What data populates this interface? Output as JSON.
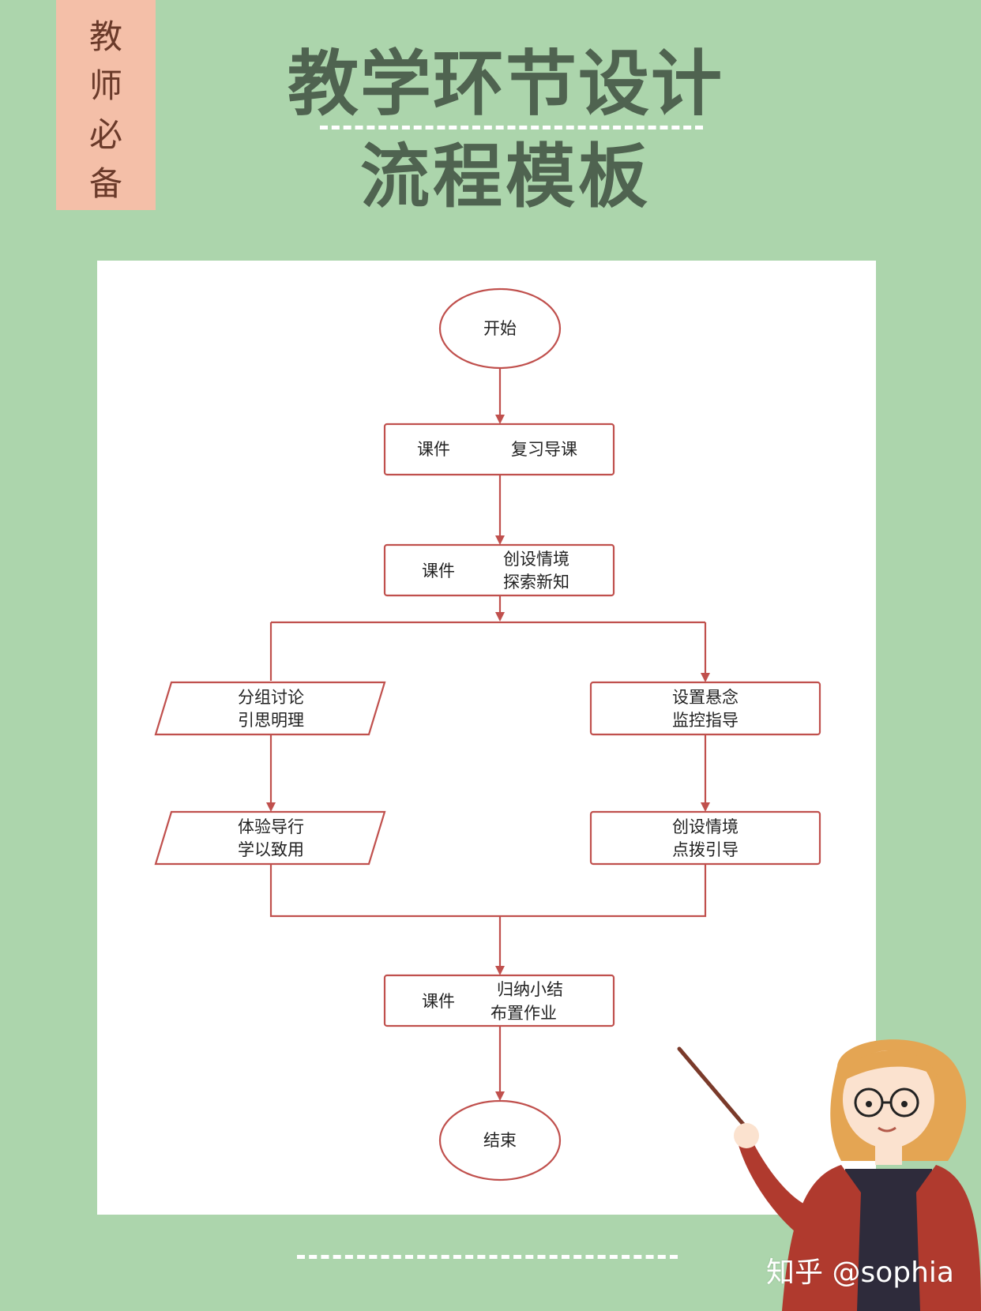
{
  "tag": {
    "chars": [
      "教",
      "师",
      "必",
      "备"
    ]
  },
  "header": {
    "title_line1": "教学环节设计",
    "title_line2": "流程模板"
  },
  "flowchart": {
    "start": "开始",
    "step1": {
      "left": "课件",
      "right": "复习导课"
    },
    "step2": {
      "left": "课件",
      "right_line1": "创设情境",
      "right_line2": "探索新知"
    },
    "left_branch": {
      "box1_line1": "分组讨论",
      "box1_line2": "引思明理",
      "box2_line1": "体验导行",
      "box2_line2": "学以致用"
    },
    "right_branch": {
      "box1_line1": "设置悬念",
      "box1_line2": "监控指导",
      "box2_line1": "创设情境",
      "box2_line2": "点拨引导"
    },
    "step3": {
      "left": "课件",
      "right_line1": "归纳小结",
      "right_line2": "布置作业"
    },
    "end": "结束"
  },
  "watermark": "知乎 @sophia",
  "colors": {
    "background": "#acd5ac",
    "tag": "#f4bfa8",
    "title": "#4f6350",
    "stroke": "#c0504d"
  }
}
